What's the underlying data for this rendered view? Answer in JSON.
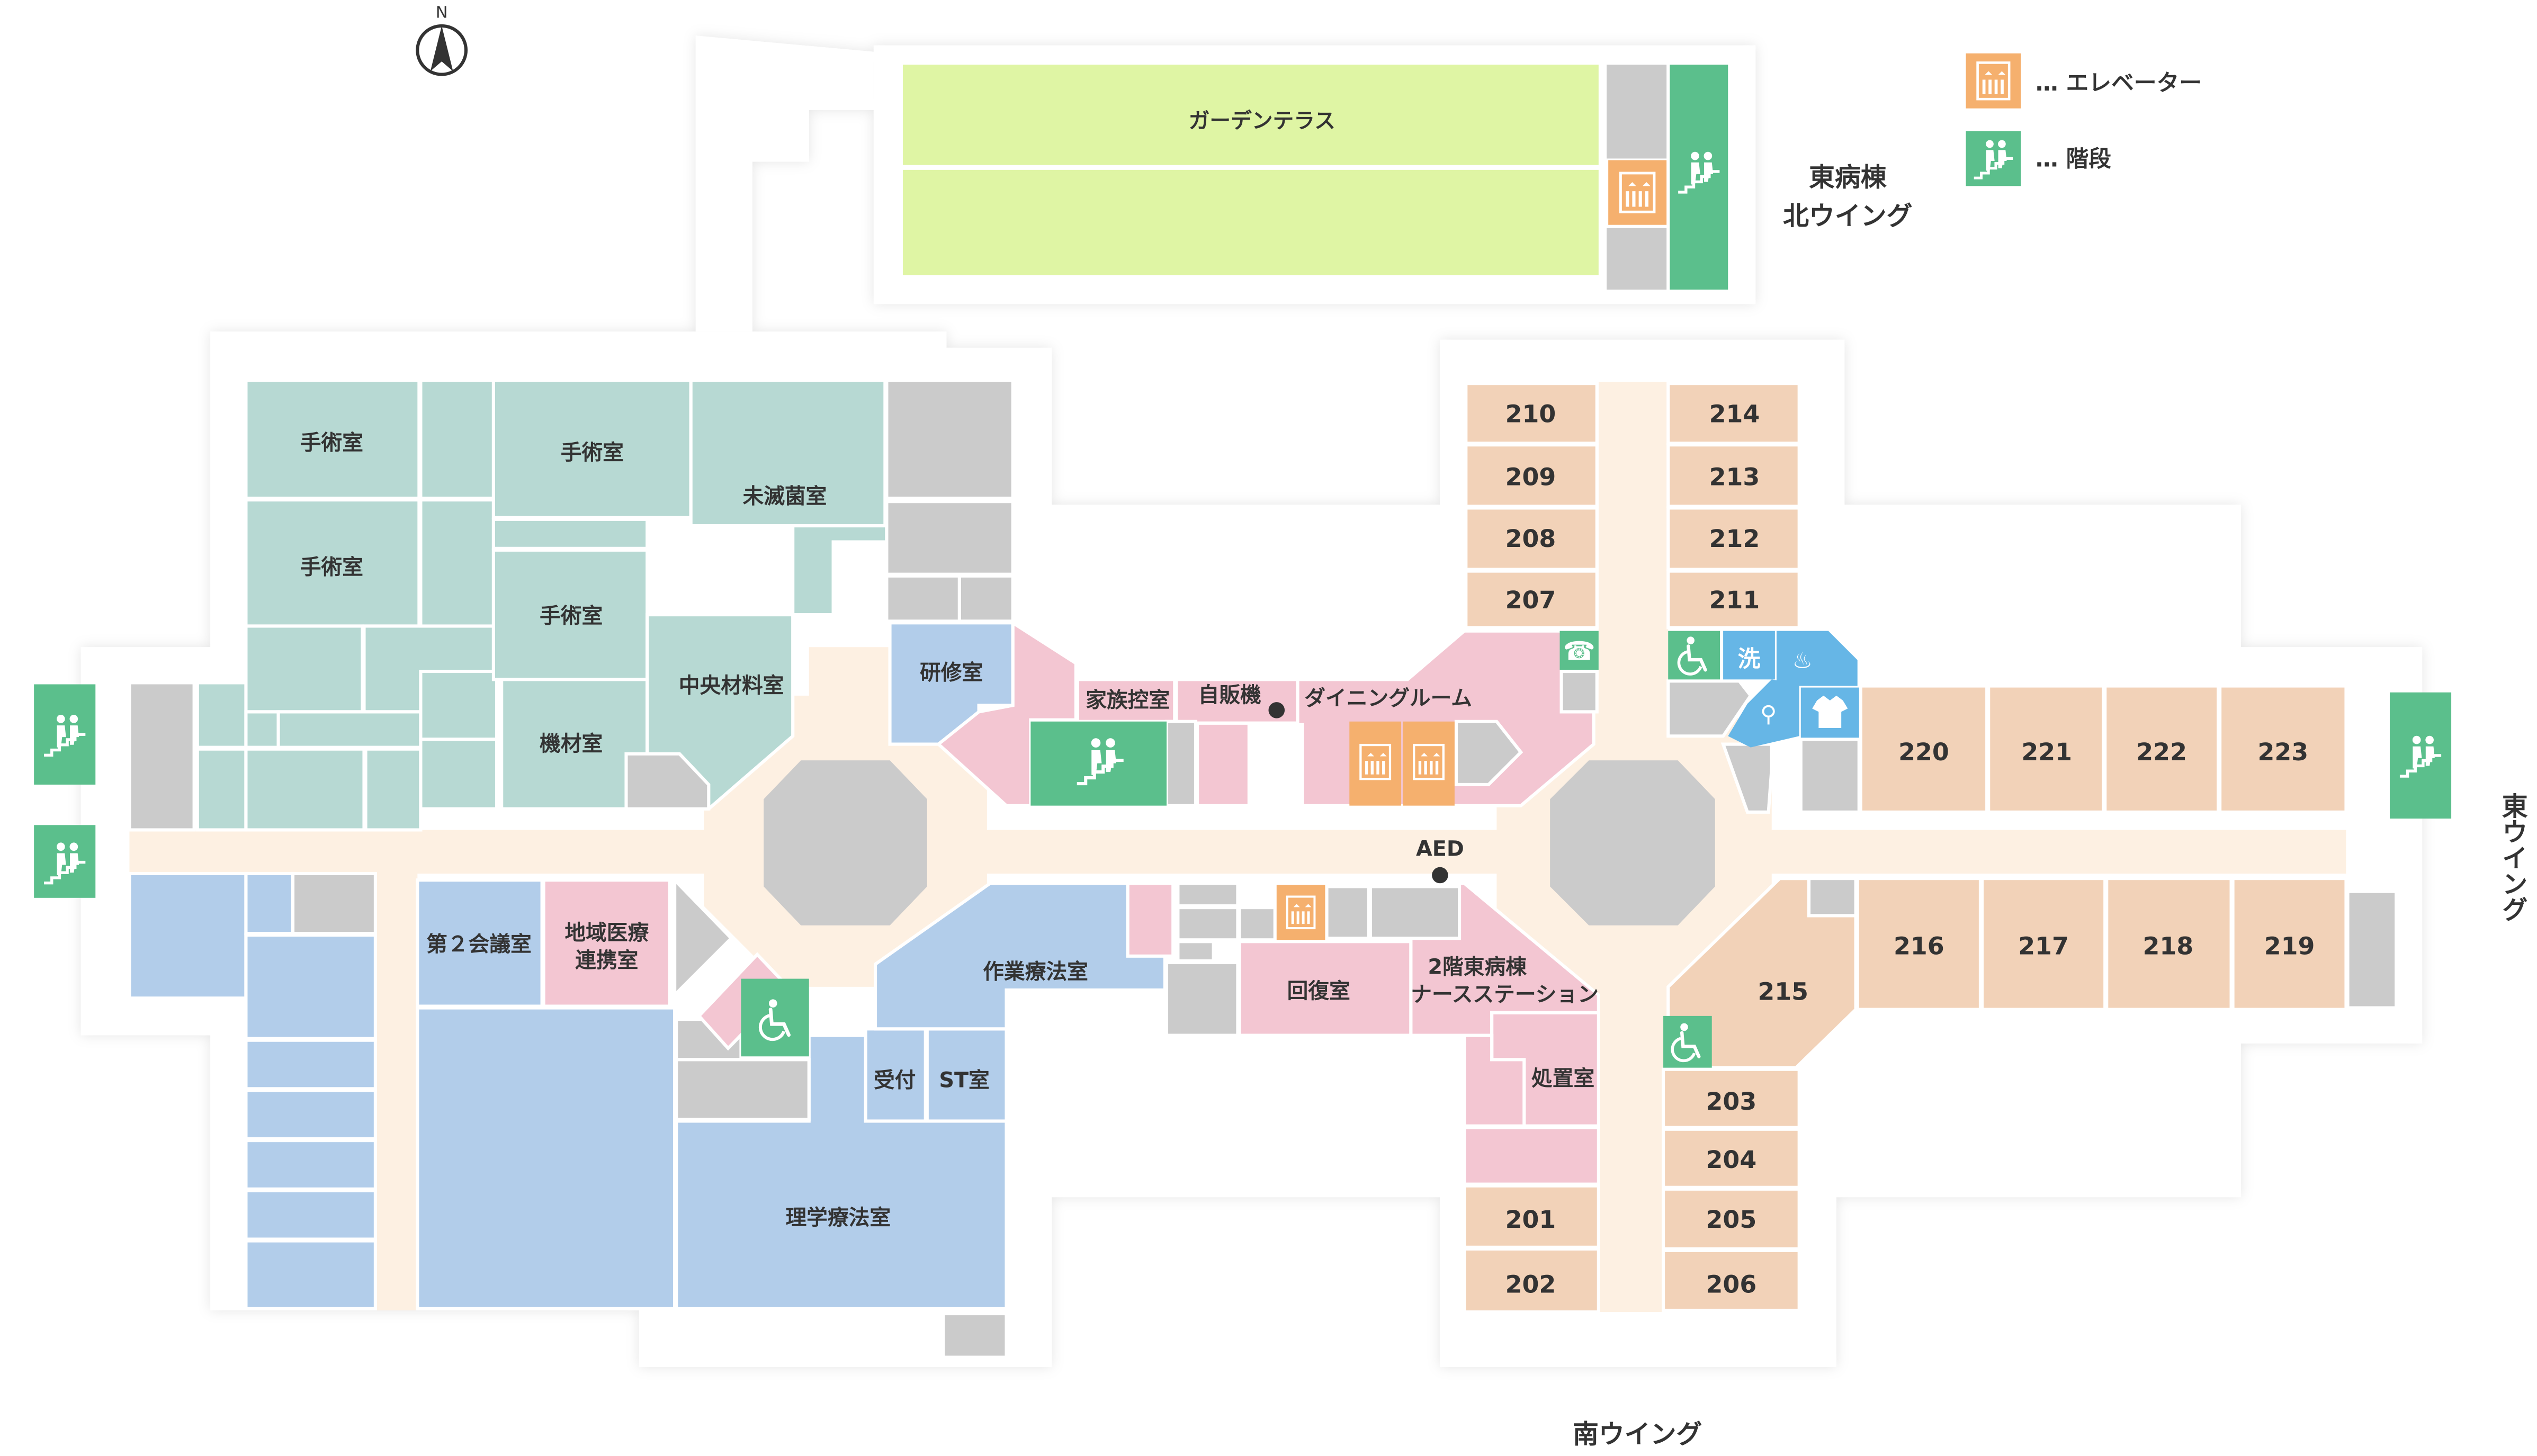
{
  "compass": {
    "label": "N",
    "icon": "north-arrow-icon"
  },
  "legend": [
    {
      "icon": "elevator-icon",
      "color": "#f5b06e",
      "label": "… エレベーター"
    },
    {
      "icon": "stairs-icon",
      "color": "#5bbf8c",
      "label": "… 階段"
    }
  ],
  "colors": {
    "operating": "#b7d9d3",
    "rehab": "#b2cdea",
    "pink": "#f3c6d2",
    "patient_room": "#f2d2b8",
    "corridor": "#fdf0e2",
    "gray": "#cbcbcb",
    "garden": "#dff5a4",
    "elevator": "#f5b06e",
    "stairs": "#5bbf8c",
    "facility_blue": "#66b6e6"
  },
  "wings": {
    "north": [
      "東病棟",
      "北ウイング"
    ],
    "east": "東ウイング",
    "south": "南ウイング"
  },
  "rooms": {
    "garden_terrace": "ガーデンテラス",
    "surgery_1": "手術室",
    "surgery_2": "手術室",
    "surgery_3": "手術室",
    "surgery_4": "手術室",
    "unsterilized": "未滅菌室",
    "central_material": "中央材料室",
    "equipment": "機材室",
    "training": "研修室",
    "family_waiting": "家族控室",
    "vending": "自販機",
    "dining": "ダイニングルーム",
    "aed": "AED",
    "meeting_2": "第２会議室",
    "regional_liaison": [
      "地域医療",
      "連携室"
    ],
    "occupational": "作業療法室",
    "reception": "受付",
    "st_room": "ST室",
    "physical": "理学療法室",
    "recovery": "回復室",
    "nurse_station": [
      "2階東病棟",
      "ナースステーション"
    ],
    "treatment": "処置室"
  },
  "ward_rooms": {
    "col_a": [
      "210",
      "209",
      "208",
      "207"
    ],
    "col_b": [
      "214",
      "213",
      "212",
      "211"
    ],
    "east_top": [
      "220",
      "221",
      "222",
      "223"
    ],
    "east_bottom": [
      "216",
      "217",
      "218",
      "219"
    ],
    "r215": "215",
    "south_b": [
      "203",
      "204",
      "205",
      "206"
    ],
    "south_a": [
      "201",
      "202"
    ]
  },
  "facility_icons": {
    "phone": "telephone-icon",
    "wheelchair": "wheelchair-icon",
    "laundry": "laundry-icon",
    "dryer": "dryer-icon",
    "shower": "shower-icon",
    "clothes": "clothes-icon"
  }
}
